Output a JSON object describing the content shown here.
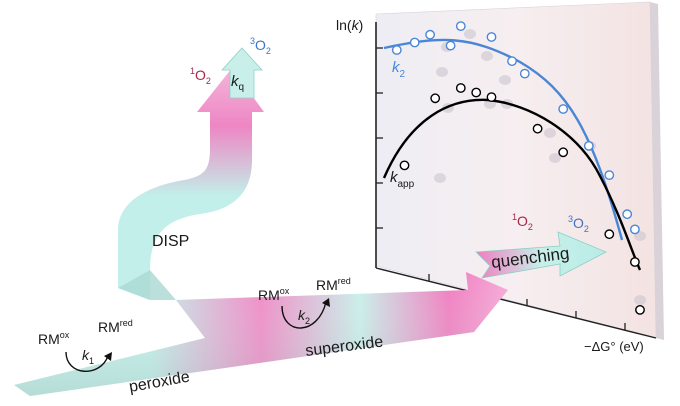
{
  "colors": {
    "cyan": "#bfeee8",
    "pink": "#ef7fc2",
    "k2_curve": "#4a86d6",
    "kapp_curve": "#000000",
    "singlet_red": "#a8264a",
    "triplet_blue": "#3f74c4"
  },
  "labels": {
    "disp": "DISP",
    "quenching": "quenching",
    "peroxide": "peroxide",
    "superoxide": "superoxide",
    "rm": "RM",
    "ox": "ox",
    "red": "red",
    "k": "k",
    "sub_1": "1",
    "sub_2": "2",
    "sub_q": "q",
    "sub_app": "app",
    "o2": "O",
    "o2_sub": "2",
    "sup_1": "1",
    "sup_3": "3"
  },
  "chart_data": {
    "type": "scatter",
    "ylabel": "ln(k)",
    "xlabel": "−ΔG° (eV)",
    "series": [
      {
        "name": "k2",
        "x": [
          0.05,
          0.12,
          0.18,
          0.26,
          0.3,
          0.42,
          0.5,
          0.55,
          0.7,
          0.8,
          0.88,
          0.95,
          0.98
        ],
        "y": [
          8.2,
          8.4,
          8.6,
          8.3,
          8.8,
          8.5,
          7.9,
          7.6,
          6.8,
          6.0,
          5.4,
          4.6,
          4.3
        ]
      },
      {
        "name": "kapp",
        "x": [
          0.08,
          0.2,
          0.3,
          0.36,
          0.42,
          0.6,
          0.7,
          0.88,
          0.98,
          1.0
        ],
        "y": [
          5.0,
          6.9,
          7.2,
          7.1,
          7.0,
          6.3,
          5.8,
          4.1,
          3.6,
          2.6
        ]
      }
    ]
  }
}
